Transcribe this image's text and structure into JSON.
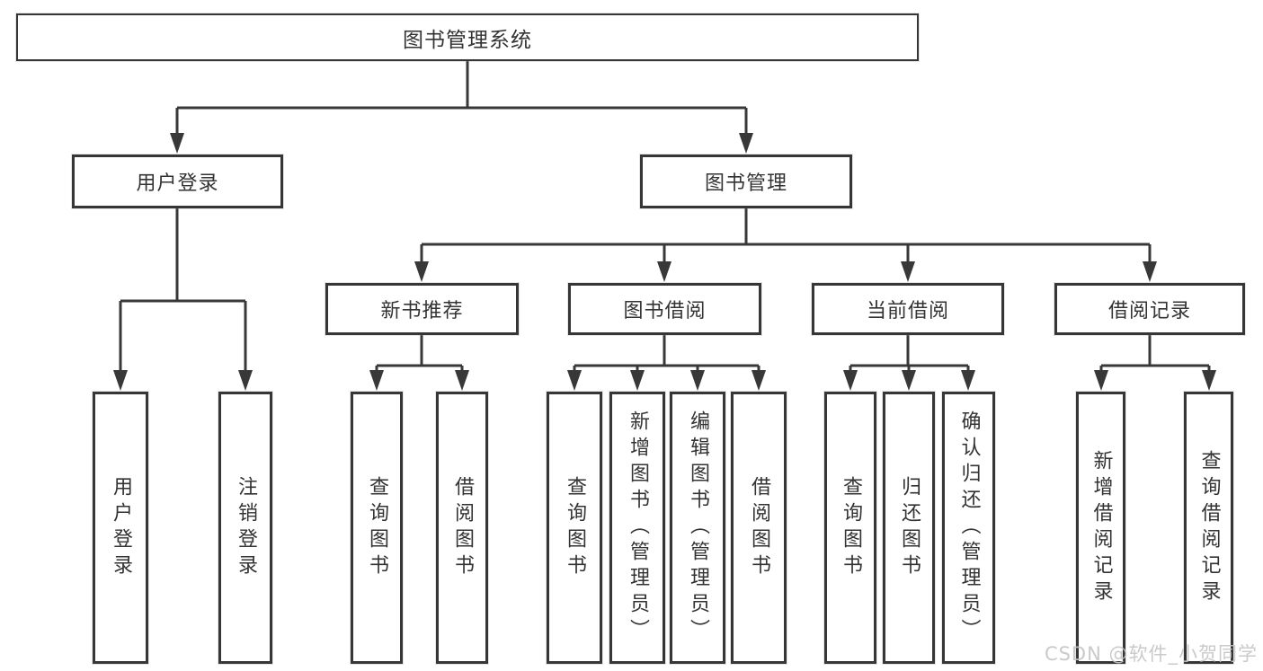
{
  "title": "图书管理系统",
  "tree": {
    "label": "图书管理系统",
    "children": [
      {
        "label": "用户登录",
        "children": [
          {
            "label": "用户登录"
          },
          {
            "label": "注销登录"
          }
        ]
      },
      {
        "label": "图书管理",
        "children": [
          {
            "label": "新书推荐",
            "children": [
              {
                "label": "查询图书"
              },
              {
                "label": "借阅图书"
              }
            ]
          },
          {
            "label": "图书借阅",
            "children": [
              {
                "label": "查询图书"
              },
              {
                "label": "新增图书（管理员）"
              },
              {
                "label": "编辑图书（管理员）"
              },
              {
                "label": "借阅图书"
              }
            ]
          },
          {
            "label": "当前借阅",
            "children": [
              {
                "label": "查询图书"
              },
              {
                "label": "归还图书"
              },
              {
                "label": "确认归还（管理员）"
              }
            ]
          },
          {
            "label": "借阅记录",
            "children": [
              {
                "label": "新增借阅记录"
              },
              {
                "label": "查询借阅记录"
              }
            ]
          }
        ]
      }
    ]
  },
  "watermark": "CSDN @软件_小贺同学",
  "colors": {
    "border": "#363636",
    "line": "#383838",
    "text": "#333333",
    "watermark": "#c6c6c6",
    "background": "#ffffff"
  }
}
